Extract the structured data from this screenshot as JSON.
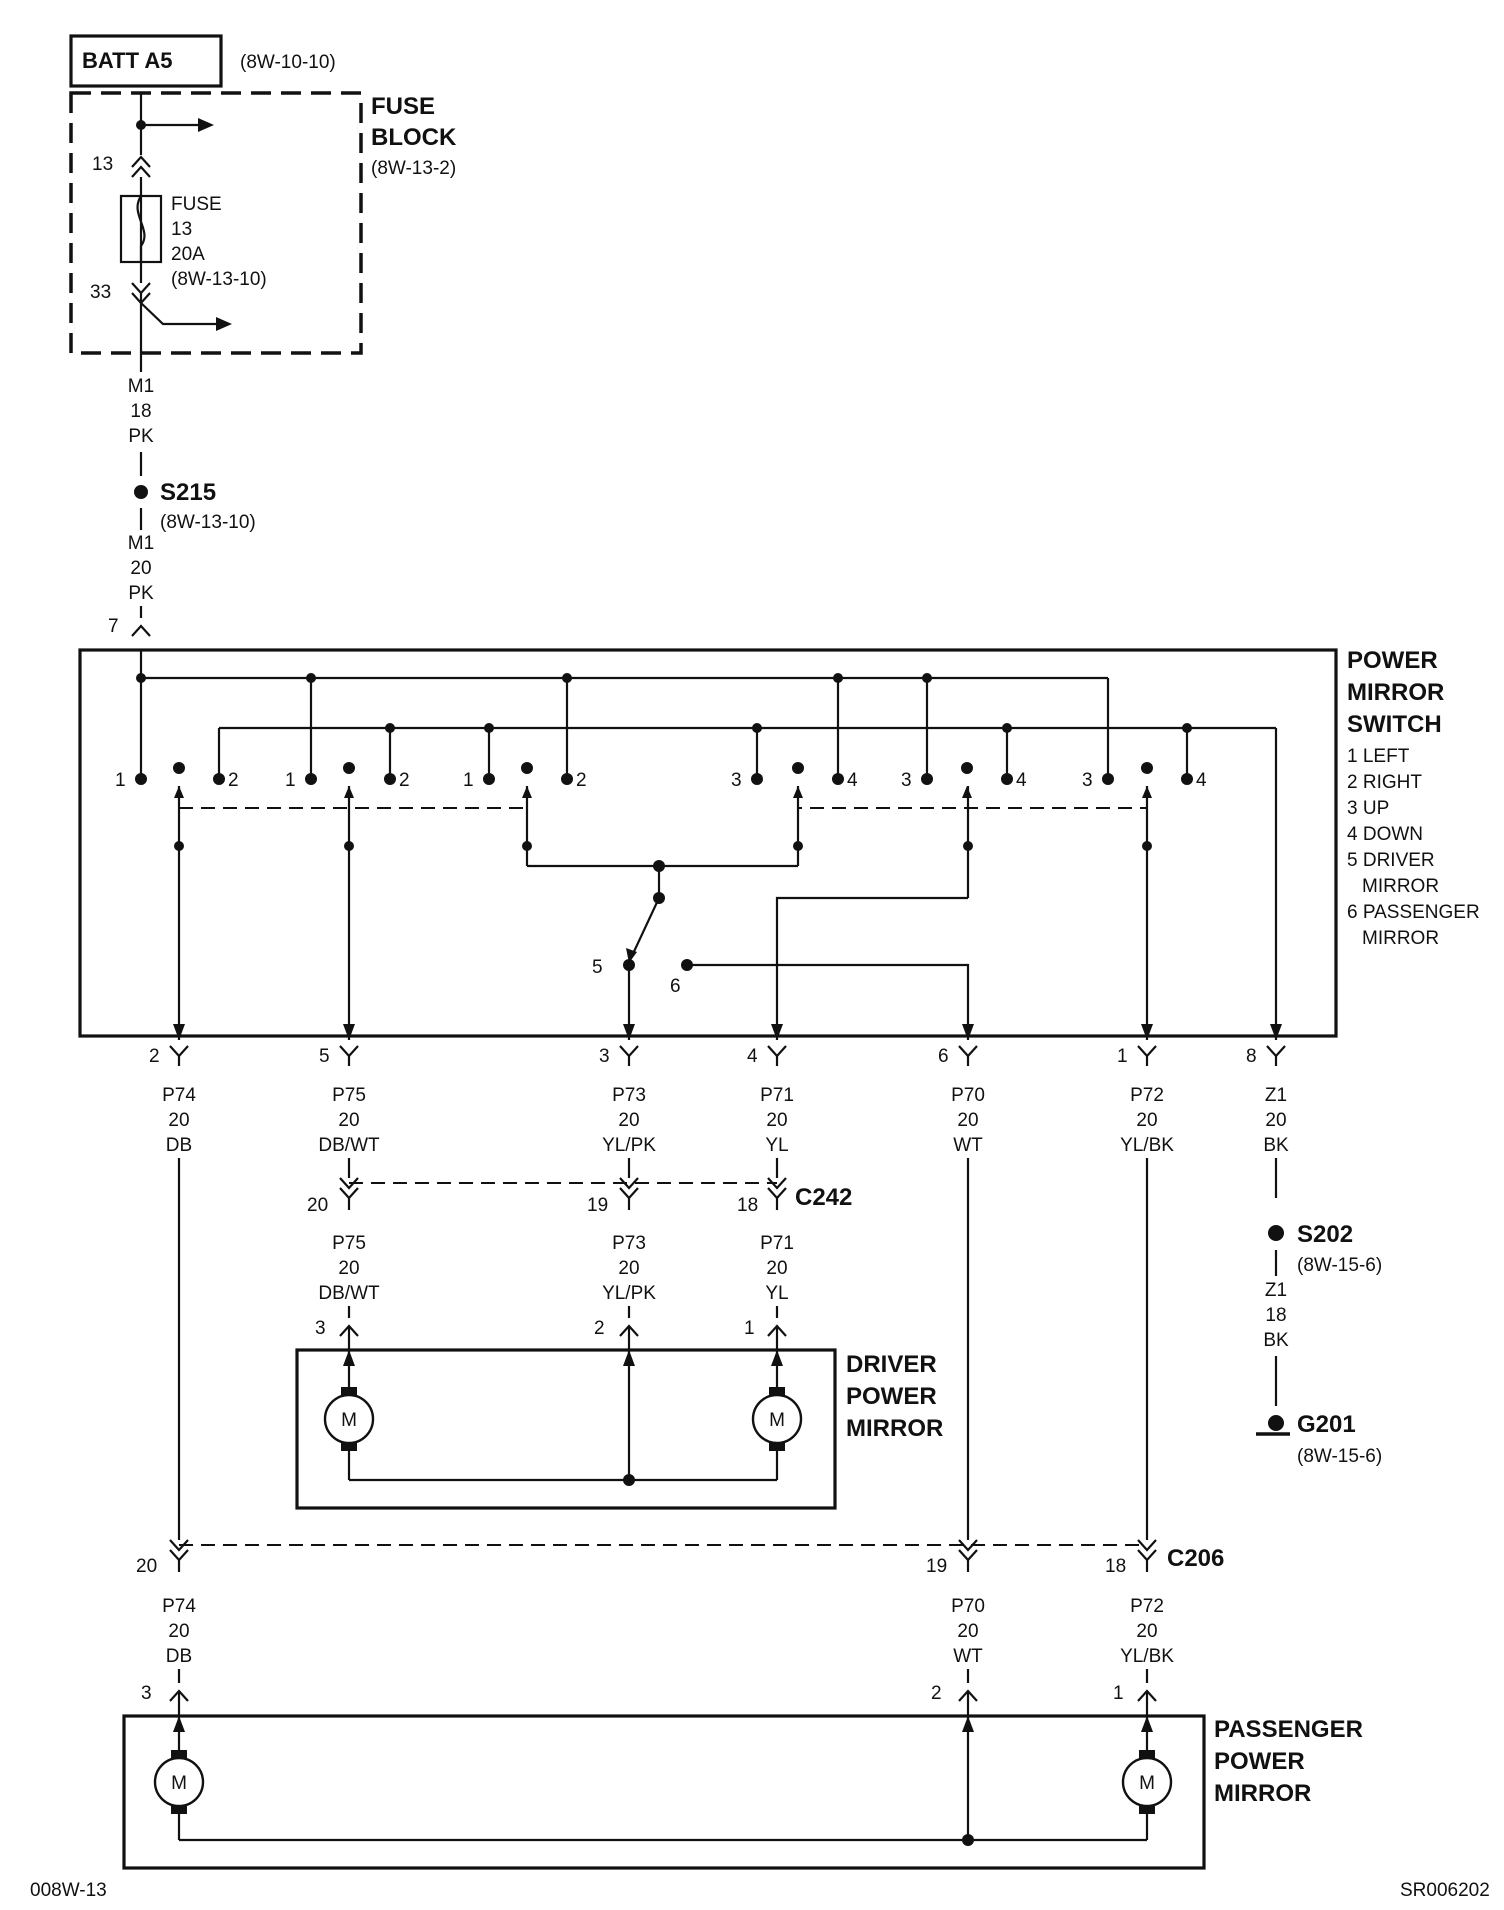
{
  "battery": {
    "label": "BATT A5",
    "ref": "(8W-10-10)"
  },
  "fuse_block": {
    "title_line1": "FUSE",
    "title_line2": "BLOCK",
    "ref": "(8W-13-2)",
    "pin_top": "13",
    "pin_bottom": "33",
    "fuse_line1": "FUSE",
    "fuse_line2": "13",
    "fuse_line3": "20A",
    "fuse_line4": "(8W-13-10)"
  },
  "wire_m1_18": {
    "circuit": "M1",
    "gauge": "18",
    "color": "PK"
  },
  "splice_s215": {
    "label": "S215",
    "ref": "(8W-13-10)"
  },
  "wire_m1_20": {
    "circuit": "M1",
    "gauge": "20",
    "color": "PK"
  },
  "switch": {
    "title_line1": "POWER",
    "title_line2": "MIRROR",
    "title_line3": "SWITCH",
    "legend": [
      "1 LEFT",
      "2 RIGHT",
      "3 UP",
      "4 DOWN",
      "5 DRIVER",
      "MIRROR",
      "6 PASSENGER",
      "MIRROR"
    ],
    "input_pin": "7",
    "contact_labels": [
      "1",
      "2",
      "1",
      "2",
      "1",
      "2",
      "3",
      "4",
      "3",
      "4",
      "3",
      "4"
    ],
    "selector_labels": [
      "5",
      "6"
    ],
    "output_pins": [
      "2",
      "5",
      "3",
      "4",
      "6",
      "1",
      "8"
    ]
  },
  "switch_wires": [
    {
      "circuit": "P74",
      "gauge": "20",
      "color": "DB"
    },
    {
      "circuit": "P75",
      "gauge": "20",
      "color": "DB/WT"
    },
    {
      "circuit": "P73",
      "gauge": "20",
      "color": "YL/PK"
    },
    {
      "circuit": "P71",
      "gauge": "20",
      "color": "YL"
    },
    {
      "circuit": "P70",
      "gauge": "20",
      "color": "WT"
    },
    {
      "circuit": "P72",
      "gauge": "20",
      "color": "YL/BK"
    },
    {
      "circuit": "Z1",
      "gauge": "20",
      "color": "BK"
    }
  ],
  "connector_c242": {
    "label": "C242",
    "pins": [
      "20",
      "19",
      "18"
    ]
  },
  "driver_wires": [
    {
      "circuit": "P75",
      "gauge": "20",
      "color": "DB/WT"
    },
    {
      "circuit": "P73",
      "gauge": "20",
      "color": "YL/PK"
    },
    {
      "circuit": "P71",
      "gauge": "20",
      "color": "YL"
    }
  ],
  "driver_mirror": {
    "title_line1": "DRIVER",
    "title_line2": "POWER",
    "title_line3": "MIRROR",
    "pins": [
      "3",
      "2",
      "1"
    ],
    "motor_label": "M"
  },
  "splice_s202": {
    "label": "S202",
    "ref": "(8W-15-6)"
  },
  "wire_z1_18": {
    "circuit": "Z1",
    "gauge": "18",
    "color": "BK"
  },
  "ground_g201": {
    "label": "G201",
    "ref": "(8W-15-6)"
  },
  "connector_c206": {
    "label": "C206",
    "pins": [
      "20",
      "19",
      "18"
    ]
  },
  "passenger_wires": [
    {
      "circuit": "P74",
      "gauge": "20",
      "color": "DB"
    },
    {
      "circuit": "P70",
      "gauge": "20",
      "color": "WT"
    },
    {
      "circuit": "P72",
      "gauge": "20",
      "color": "YL/BK"
    }
  ],
  "passenger_mirror": {
    "title_line1": "PASSENGER",
    "title_line2": "POWER",
    "title_line3": "MIRROR",
    "pins": [
      "3",
      "2",
      "1"
    ],
    "motor_label": "M"
  },
  "footer": {
    "left": "008W-13",
    "right": "SR006202"
  }
}
